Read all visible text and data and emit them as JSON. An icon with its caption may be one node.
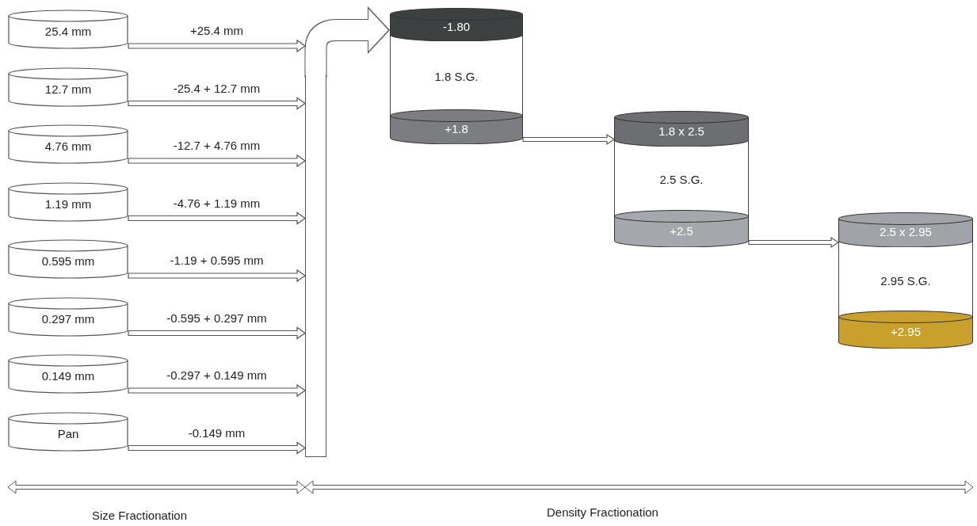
{
  "diagram": {
    "nodes": [
      {
        "text": [
          "25.4 mm"
        ]
      },
      {
        "text": [
          "12.7 mm"
        ]
      },
      {
        "text": [
          "4.76 mm"
        ]
      },
      {
        "text": [
          "1.19 mm"
        ]
      },
      {
        "text": [
          "0.595 mm"
        ]
      },
      {
        "text": [
          "0.297 mm"
        ]
      },
      {
        "text": [
          "0.149 mm"
        ]
      },
      {
        "text": [
          "Pan"
        ]
      },
      {
        "text": [],
        "shape": "bar"
      },
      {
        "text": [
          "1.8 S.G."
        ]
      },
      {
        "text": [
          "-1.80"
        ],
        "in": 9
      },
      {
        "text": [
          "+1.8"
        ],
        "in": 9
      },
      {
        "text": [
          "2.5 S.G."
        ]
      },
      {
        "text": [
          "1.8 x 2.5"
        ],
        "in": 12
      },
      {
        "text": [
          "+2.5"
        ],
        "in": 12
      },
      {
        "text": [
          "2.95 S.G."
        ]
      },
      {
        "text": [
          "2.5 x 2.95"
        ],
        "in": 15
      },
      {
        "text": [
          "+2.95"
        ],
        "in": 15
      }
    ],
    "edges": [
      {
        "from": 0,
        "to": 8,
        "arrow": "to",
        "label": "+25.4 mm"
      },
      {
        "from": 1,
        "to": 8,
        "arrow": "to",
        "label": "-25.4 + 12.7 mm"
      },
      {
        "from": 2,
        "to": 8,
        "arrow": "to",
        "label": "-12.7 + 4.76 mm"
      },
      {
        "from": 3,
        "to": 8,
        "arrow": "to",
        "label": "-4.76 + 1.19 mm"
      },
      {
        "from": 4,
        "to": 8,
        "arrow": "to",
        "label": "-1.19 + 0.595 mm"
      },
      {
        "from": 5,
        "to": 8,
        "arrow": "to",
        "label": "-0.595 + 0.297 mm"
      },
      {
        "from": 6,
        "to": 8,
        "arrow": "to",
        "label": "-0.297 + 0.149 mm"
      },
      {
        "from": 7,
        "to": 8,
        "arrow": "to",
        "label": "-0.149 mm"
      },
      {
        "from": 8,
        "to": 10,
        "arrow": "to"
      },
      {
        "from": 11,
        "to": 13,
        "arrow": "to"
      },
      {
        "from": 14,
        "to": 16,
        "arrow": "to"
      }
    ],
    "labels": [
      "Size Fractionation",
      "Density Fractionation"
    ]
  }
}
